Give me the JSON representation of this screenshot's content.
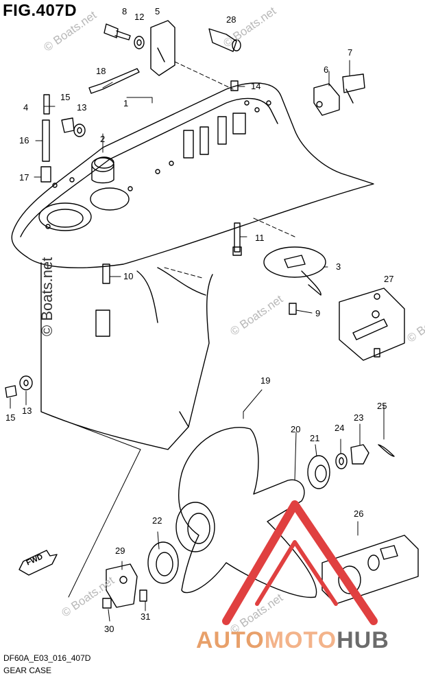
{
  "figure": {
    "title": "FIG.407D"
  },
  "callouts": [
    {
      "id": "c8",
      "label": "8"
    },
    {
      "id": "c12",
      "label": "12"
    },
    {
      "id": "c5",
      "label": "5"
    },
    {
      "id": "c28",
      "label": "28"
    },
    {
      "id": "c7",
      "label": "7"
    },
    {
      "id": "c6",
      "label": "6"
    },
    {
      "id": "c18",
      "label": "18"
    },
    {
      "id": "c14",
      "label": "14"
    },
    {
      "id": "c15a",
      "label": "15"
    },
    {
      "id": "c13a",
      "label": "13"
    },
    {
      "id": "c1",
      "label": "1"
    },
    {
      "id": "c4",
      "label": "4"
    },
    {
      "id": "c16",
      "label": "16"
    },
    {
      "id": "c2",
      "label": "2"
    },
    {
      "id": "c17",
      "label": "17"
    },
    {
      "id": "c11",
      "label": "11"
    },
    {
      "id": "c3",
      "label": "3"
    },
    {
      "id": "c10",
      "label": "10"
    },
    {
      "id": "c27",
      "label": "27"
    },
    {
      "id": "c9",
      "label": "9"
    },
    {
      "id": "c19",
      "label": "19"
    },
    {
      "id": "c15b",
      "label": "15"
    },
    {
      "id": "c13b",
      "label": "13"
    },
    {
      "id": "c25",
      "label": "25"
    },
    {
      "id": "c23",
      "label": "23"
    },
    {
      "id": "c24",
      "label": "24"
    },
    {
      "id": "c20",
      "label": "20"
    },
    {
      "id": "c21",
      "label": "21"
    },
    {
      "id": "c26",
      "label": "26"
    },
    {
      "id": "c22",
      "label": "22"
    },
    {
      "id": "c29",
      "label": "29"
    },
    {
      "id": "c31",
      "label": "31"
    },
    {
      "id": "c30",
      "label": "30"
    }
  ],
  "fwd_label": "FWD",
  "watermarks": {
    "small": "© Boats.net",
    "vertical": "© Boats.net"
  },
  "footer": {
    "code": "DF60A_E03_016_407D",
    "caption": "GEAR CASE"
  },
  "brand": {
    "part1": "AUTO",
    "part2": "MOTO",
    "part3": "HUB",
    "colors": {
      "auto": "#e8a06a",
      "moto": "#f3b38a",
      "hub": "#6b6b6b",
      "triangle": "#e04040"
    }
  }
}
